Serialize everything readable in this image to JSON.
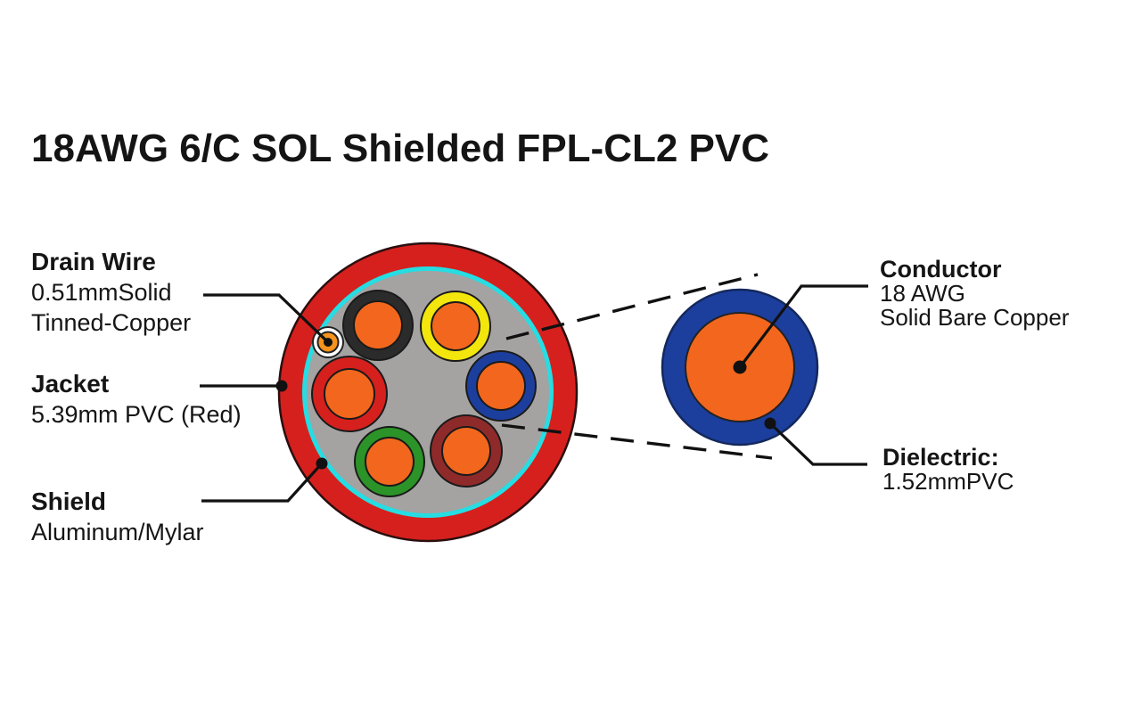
{
  "title": "18AWG 6/C SOL Shielded FPL-CL2 PVC",
  "callouts": {
    "drain_wire": {
      "heading": "Drain Wire",
      "lines": [
        "0.51mmSolid",
        "Tinned-Copper"
      ]
    },
    "jacket": {
      "heading": "Jacket",
      "lines": [
        "5.39mm PVC (Red)"
      ]
    },
    "shield": {
      "heading": "Shield",
      "lines": [
        "Aluminum/Mylar"
      ]
    },
    "conductor": {
      "heading": "Conductor",
      "lines": [
        "18 AWG",
        "Solid Bare Copper"
      ]
    },
    "dielectric": {
      "heading": "Dielectric:",
      "lines": [
        "1.52mmPVC"
      ]
    }
  },
  "diagram": {
    "conductor_count": 6,
    "insulation_colors_order": [
      "black",
      "yellow",
      "blue",
      "maroon",
      "green",
      "red"
    ]
  },
  "colors": {
    "jacket": "#d6201d",
    "shield": "#25dde2",
    "filler": "#a5a2a2",
    "copper": "#f2671d",
    "ins_black": "#2b2b2b",
    "ins_yellow": "#f2e60d",
    "ins_blue": "#1c3f9e",
    "ins_maroon": "#8f2a2b",
    "ins_green": "#2b9327",
    "ins_red": "#d6201d",
    "drain_ring": "#ffffff",
    "drain_copper": "#f5931d",
    "dielectric_blue": "#1c3f9e",
    "leader": "#111111"
  }
}
